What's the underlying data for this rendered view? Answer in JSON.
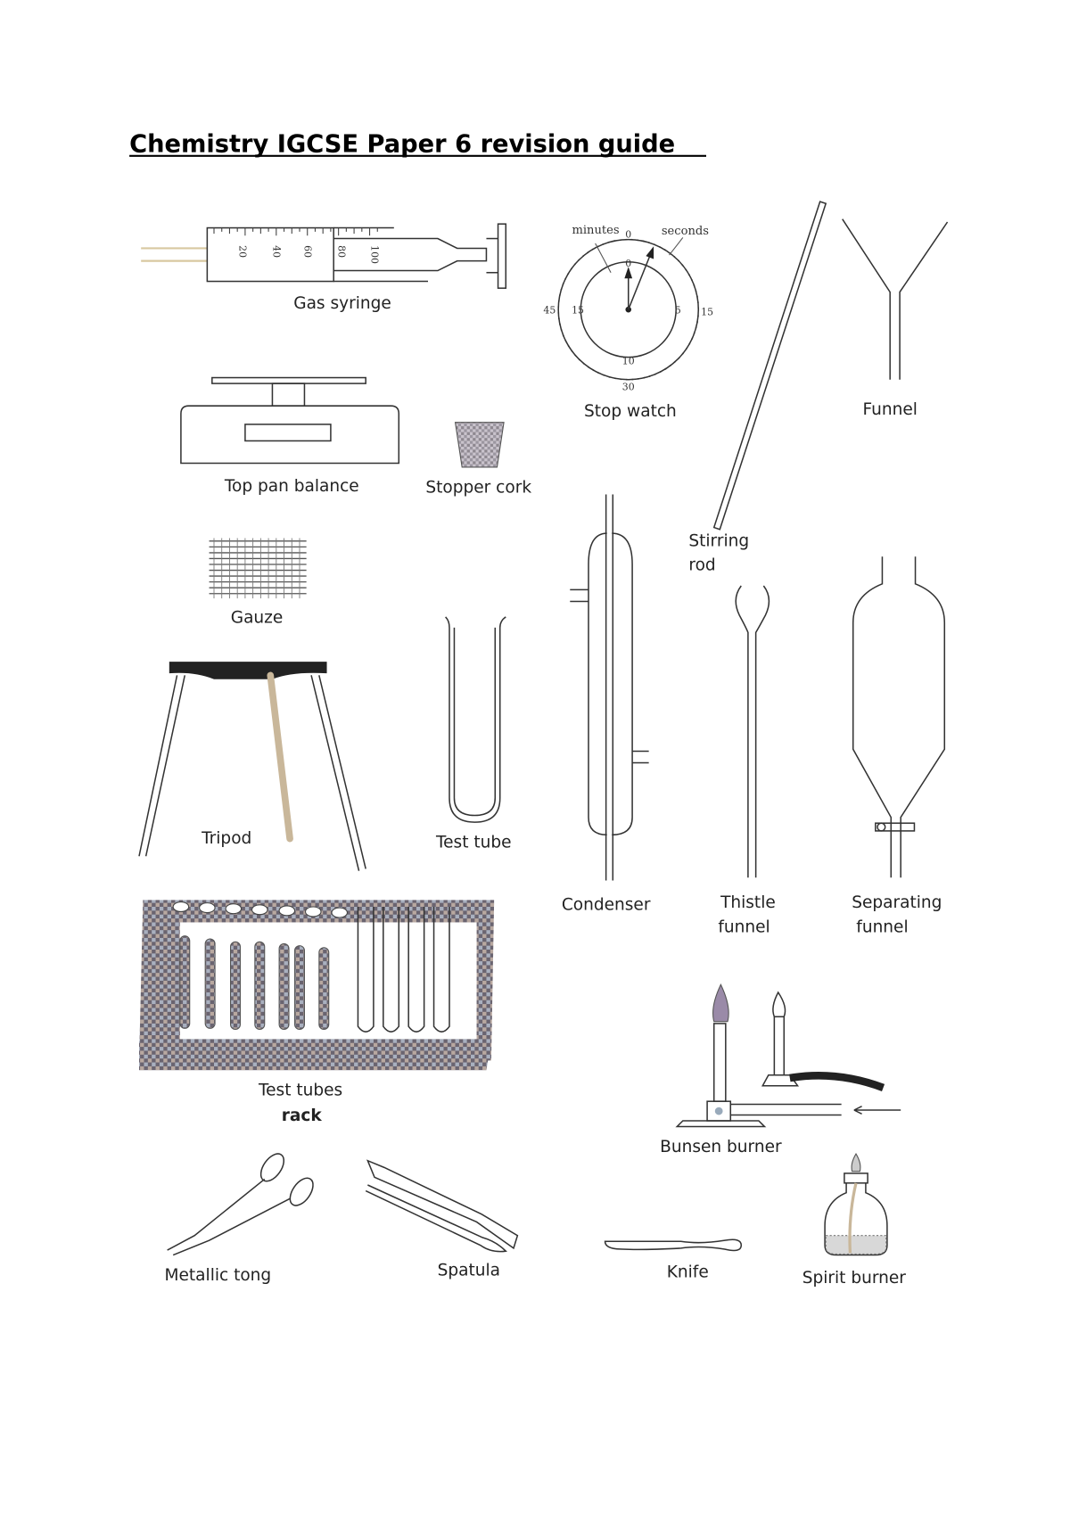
{
  "document": {
    "title": "Chemistry IGCSE Paper 6 revision  guide"
  },
  "apparatus": {
    "gas_syringe": {
      "label": "Gas syringe",
      "scale": [
        "20",
        "40",
        "60",
        "80",
        "100"
      ]
    },
    "stop_watch": {
      "label": "Stop watch",
      "minutes_label": "minutes",
      "seconds_label": "seconds",
      "outer_top": "0",
      "outer_left": "45",
      "outer_right": "15",
      "outer_bottom": "30",
      "inner_top": "0",
      "inner_left": "15",
      "inner_right": "5",
      "inner_bottom": "10"
    },
    "funnel": {
      "label": "Funnel"
    },
    "top_pan_balance": {
      "label": "Top pan balance"
    },
    "stopper_cork": {
      "label": "Stopper cork"
    },
    "stirring_rod": {
      "label_line1": "Stirring",
      "label_line2": "rod"
    },
    "gauze": {
      "label": "Gauze"
    },
    "tripod": {
      "label": "Tripod"
    },
    "test_tube": {
      "label": "Test tube"
    },
    "condenser": {
      "label": "Condenser"
    },
    "thistle_funnel": {
      "label_line1": "Thistle",
      "label_line2": "funnel"
    },
    "separating_funnel": {
      "label_line1": "Separating",
      "label_line2": "funnel"
    },
    "test_tubes_rack": {
      "label_line1": "Test tubes",
      "label_line2": "rack"
    },
    "bunsen_burner": {
      "label": "Bunsen burner"
    },
    "metallic_tong": {
      "label": "Metallic tong"
    },
    "spatula": {
      "label": "Spatula"
    },
    "knife": {
      "label": "Knife"
    },
    "spirit_burner": {
      "label": "Spirit burner"
    }
  }
}
